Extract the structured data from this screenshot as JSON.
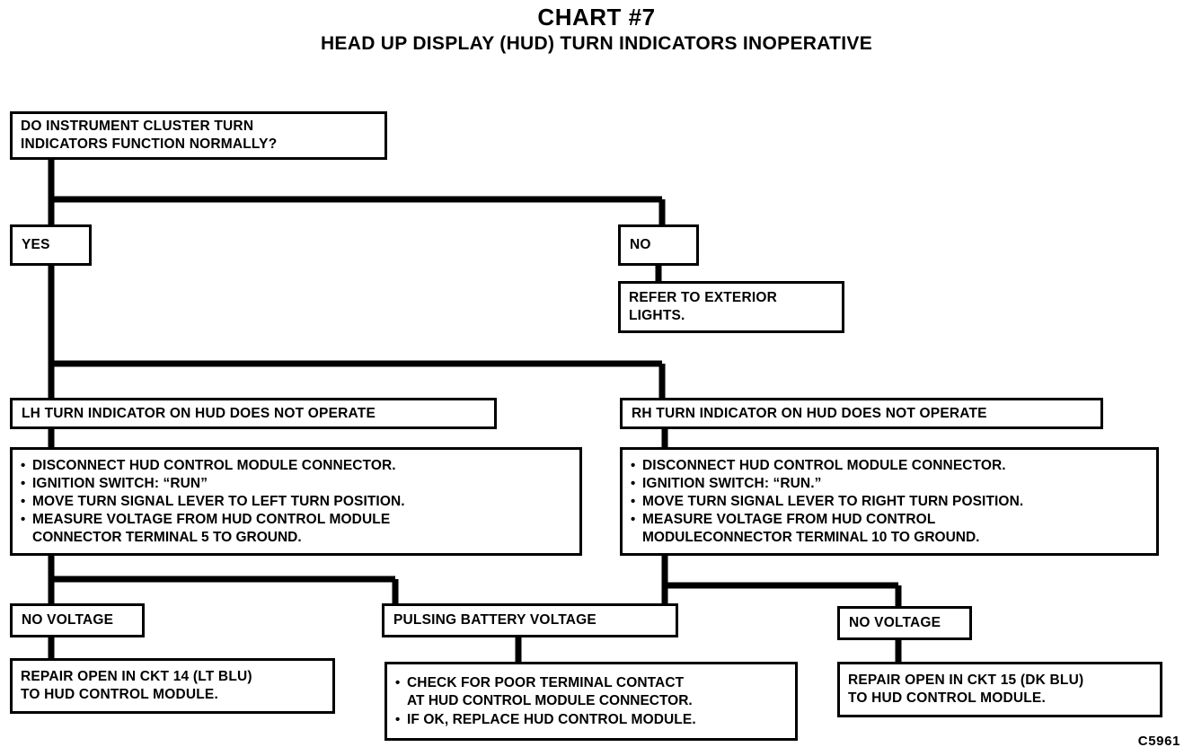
{
  "title": {
    "main": "CHART #7",
    "sub": "HEAD UP DISPLAY (HUD) TURN INDICATORS INOPERATIVE"
  },
  "nodes": {
    "question": "DO INSTRUMENT CLUSTER TURN\nINDICATORS FUNCTION NORMALLY?",
    "question_line1": "DO INSTRUMENT CLUSTER TURN",
    "question_line2": "INDICATORS FUNCTION NORMALLY?",
    "yes": "YES",
    "no": "NO",
    "refer_line1": "REFER TO EXTERIOR",
    "refer_line2": "LIGHTS.",
    "lh_branch": "LH TURN INDICATOR ON HUD DOES NOT OPERATE",
    "rh_branch": "RH TURN INDICATOR ON HUD DOES NOT OPERATE",
    "no_voltage_left": "NO VOLTAGE",
    "pulsing": "PULSING BATTERY VOLTAGE",
    "no_voltage_right": "NO VOLTAGE",
    "repair_left_line1": "REPAIR OPEN IN CKT 14 (LT BLU)",
    "repair_left_line2": "TO HUD CONTROL MODULE.",
    "repair_right_line1": "REPAIR OPEN IN CKT 15 (DK BLU)",
    "repair_right_line2": "TO HUD CONTROL MODULE."
  },
  "left_test_steps": [
    {
      "text": "DISCONNECT HUD CONTROL MODULE CONNECTOR.",
      "cont": ""
    },
    {
      "text": "IGNITION SWITCH: “RUN”",
      "cont": ""
    },
    {
      "text": "MOVE TURN SIGNAL LEVER TO LEFT TURN POSITION.",
      "cont": ""
    },
    {
      "text": "MEASURE VOLTAGE FROM HUD CONTROL MODULE",
      "cont": "CONNECTOR TERMINAL 5 TO GROUND."
    }
  ],
  "right_test_steps": [
    {
      "text": "DISCONNECT HUD CONTROL MODULE CONNECTOR.",
      "cont": ""
    },
    {
      "text": "IGNITION SWITCH: “RUN.”",
      "cont": ""
    },
    {
      "text": "MOVE TURN SIGNAL LEVER TO RIGHT TURN POSITION.",
      "cont": ""
    },
    {
      "text": "MEASURE VOLTAGE FROM HUD CONTROL",
      "cont": "MODULECONNECTOR TERMINAL 10 TO GROUND."
    }
  ],
  "center_result_steps": [
    {
      "text": "CHECK FOR POOR TERMINAL CONTACT",
      "cont": "AT HUD CONTROL MODULE CONNECTOR."
    },
    {
      "text": "IF OK, REPLACE HUD CONTROL MODULE.",
      "cont": ""
    }
  ],
  "figure_reference": "C5961",
  "colors": {
    "ink": "#000000",
    "paper": "#ffffff"
  }
}
